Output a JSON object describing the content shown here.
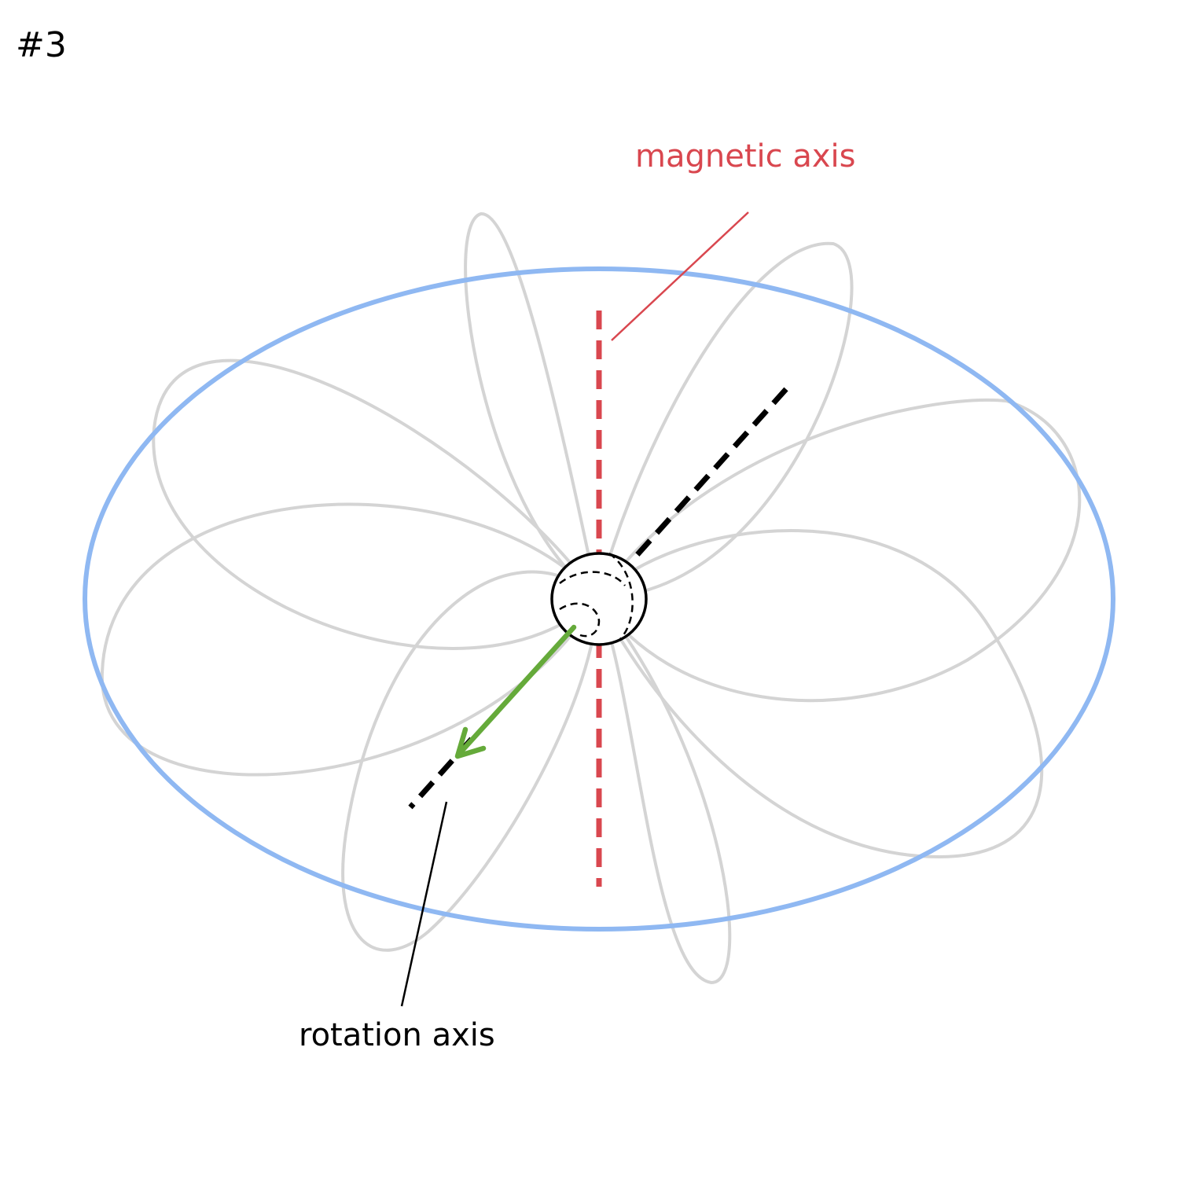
{
  "figure_number": "#3",
  "labels": {
    "magnetic_axis": "magnetic axis",
    "rotation_axis": "rotation axis"
  },
  "colors": {
    "magnetic_axis": "#d9474f",
    "rotation_axis": "#000000",
    "beam_ring": "#8fb8f2",
    "field_lines": "#d4d4d4",
    "direction_arrow": "#65aa3a",
    "star_outline": "#000000"
  }
}
